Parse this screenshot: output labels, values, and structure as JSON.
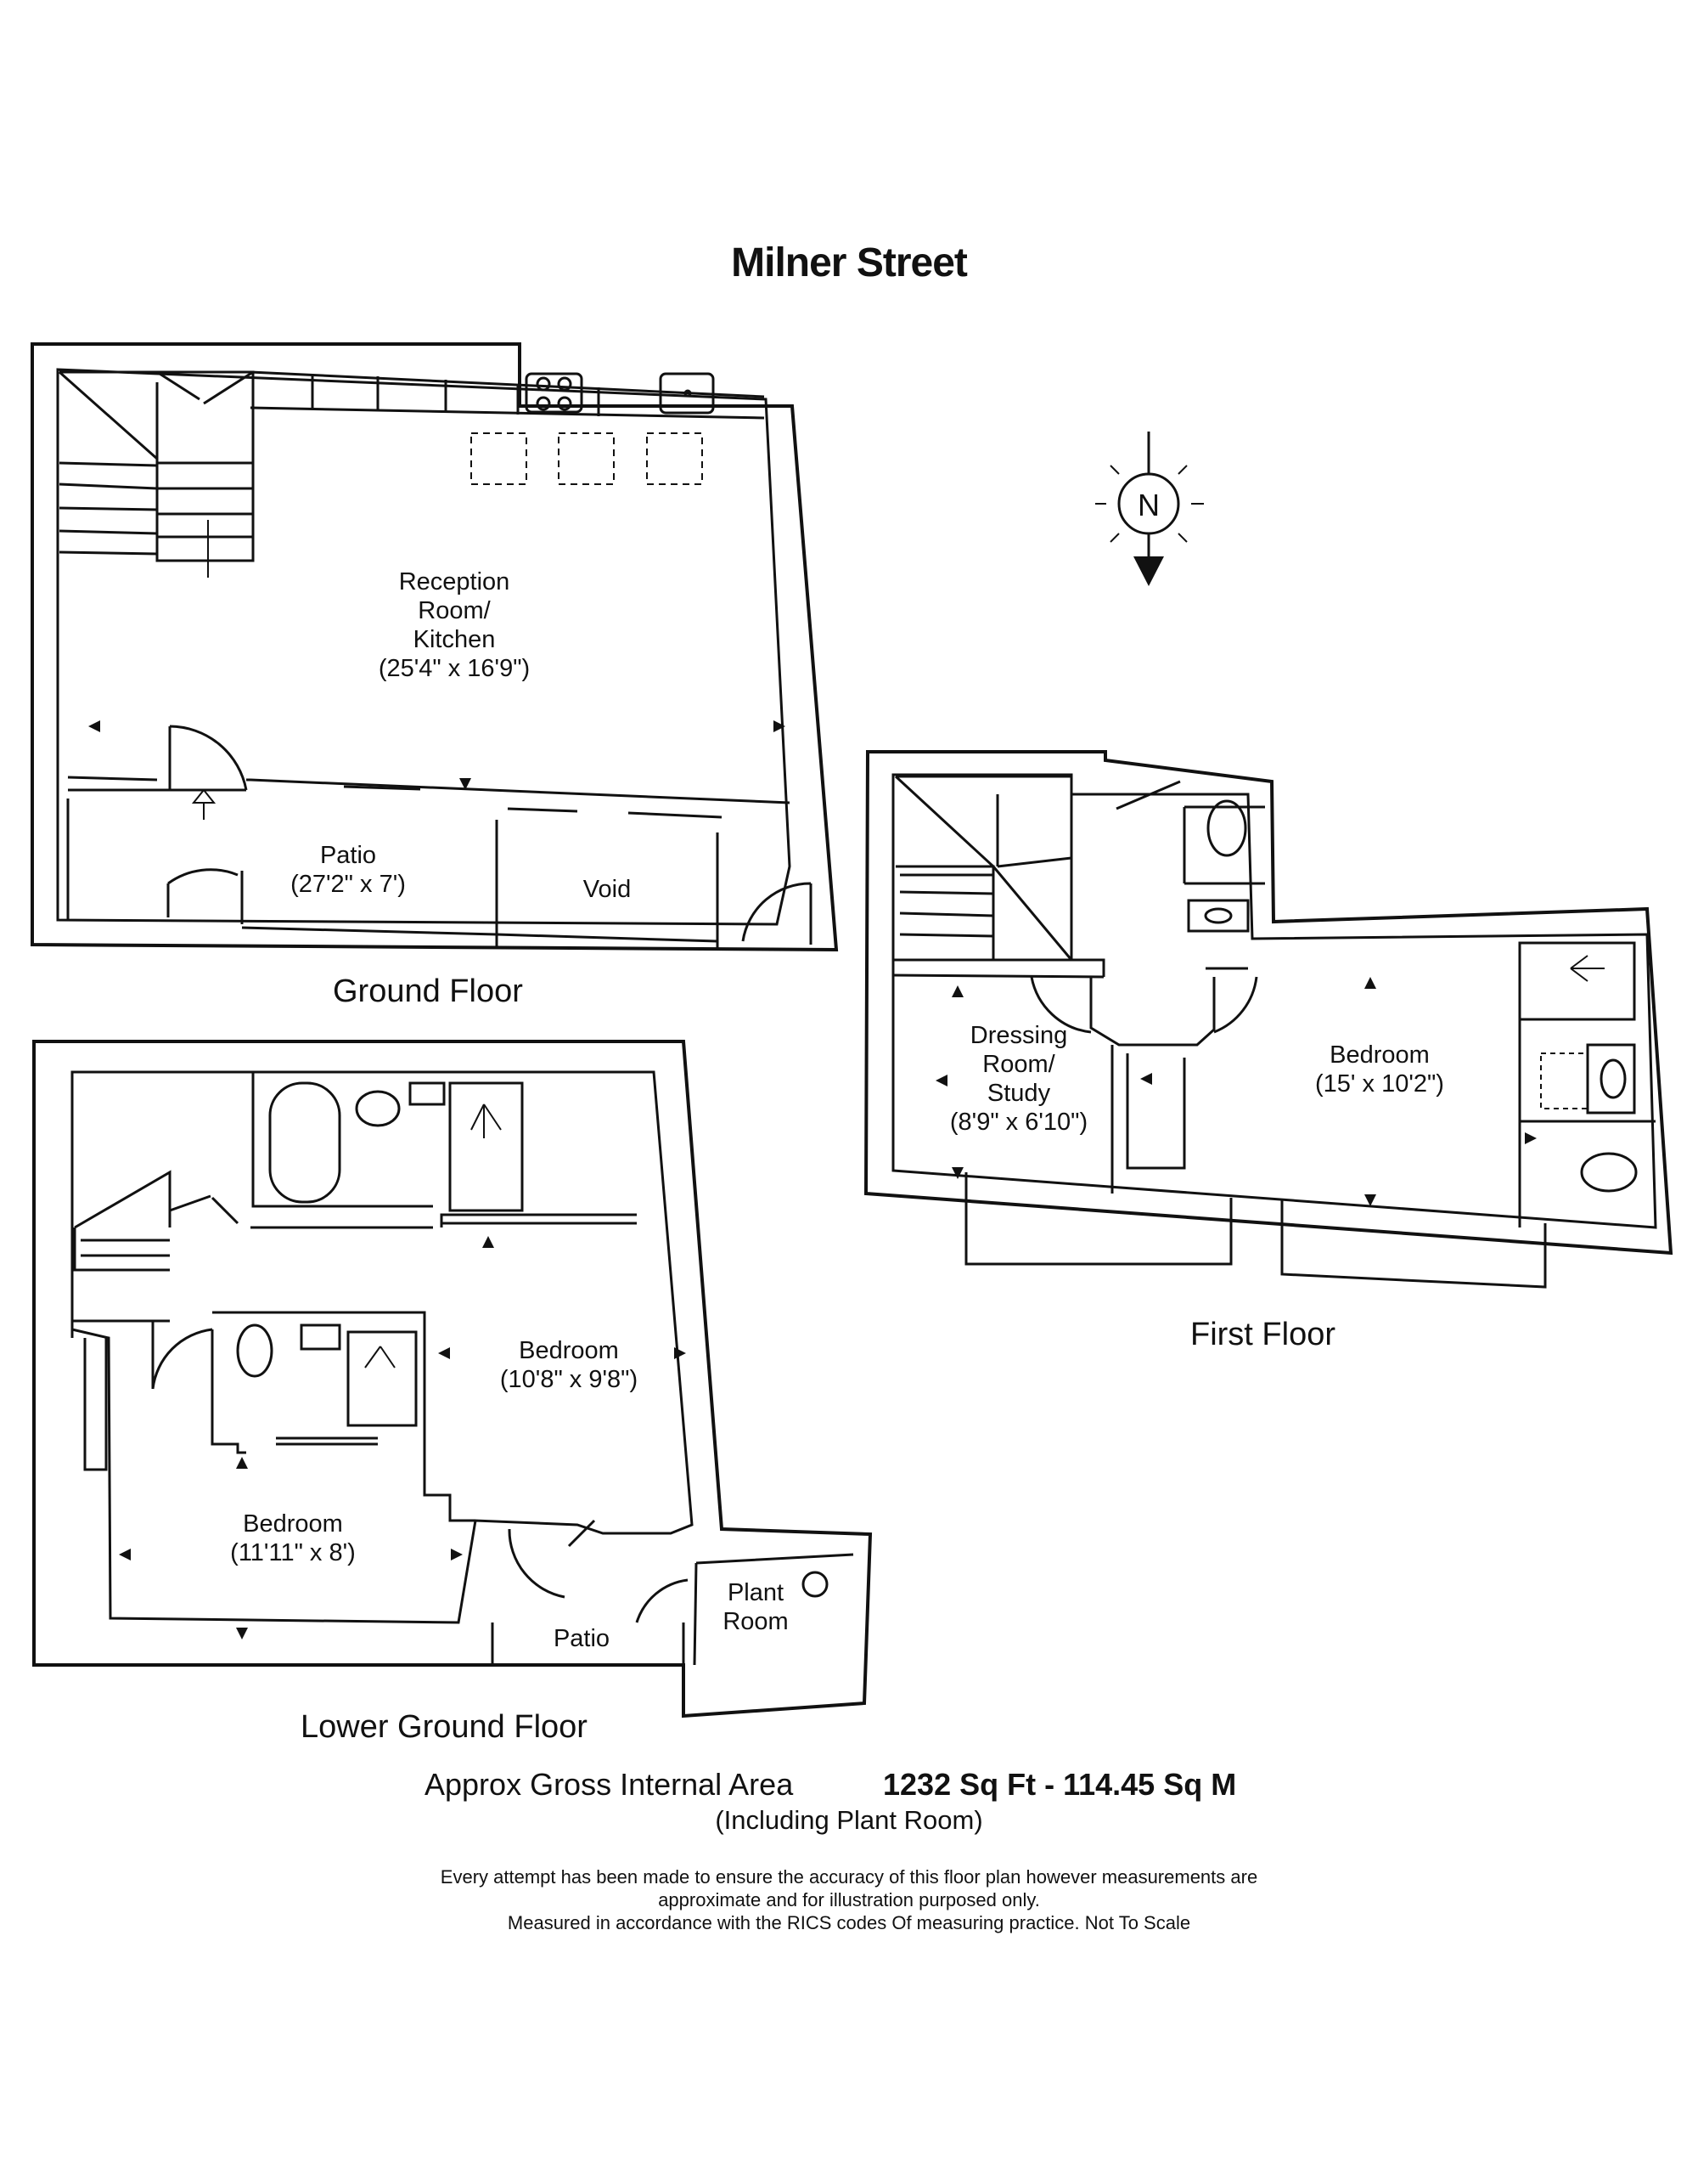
{
  "title": "Milner Street",
  "compass": {
    "letter": "N"
  },
  "floors": {
    "ground": "Ground Floor",
    "first": "First Floor",
    "lower_ground": "Lower Ground Floor"
  },
  "rooms": {
    "reception_name": "Reception\nRoom/\nKitchen",
    "reception_dims": "(25'4\" x 16'9\")",
    "patio_ground_name": "Patio",
    "patio_ground_dims": "(27'2\" x 7')",
    "void": "Void",
    "dressing_name": "Dressing\nRoom/\nStudy",
    "dressing_dims": "(8'9\" x 6'10\")",
    "bedroom_first_name": "Bedroom",
    "bedroom_first_dims": "(15' x 10'2\")",
    "bedroom_lg1_name": "Bedroom",
    "bedroom_lg1_dims": "(10'8\" x 9'8\")",
    "bedroom_lg2_name": "Bedroom",
    "bedroom_lg2_dims": "(11'11\" x 8')",
    "plant_room": "Plant\nRoom",
    "patio_lower": "Patio"
  },
  "area": {
    "label": "Approx Gross Internal Area",
    "value": "1232 Sq Ft  - 114.45 Sq M",
    "note": "(Including Plant Room)"
  },
  "disclaimer": {
    "line1": "Every attempt has been made to ensure the accuracy of this floor plan however measurements are",
    "line2": "approximate and for illustration purposed only.",
    "line3": "Measured in accordance with the RICS codes Of measuring practice. Not To Scale"
  }
}
